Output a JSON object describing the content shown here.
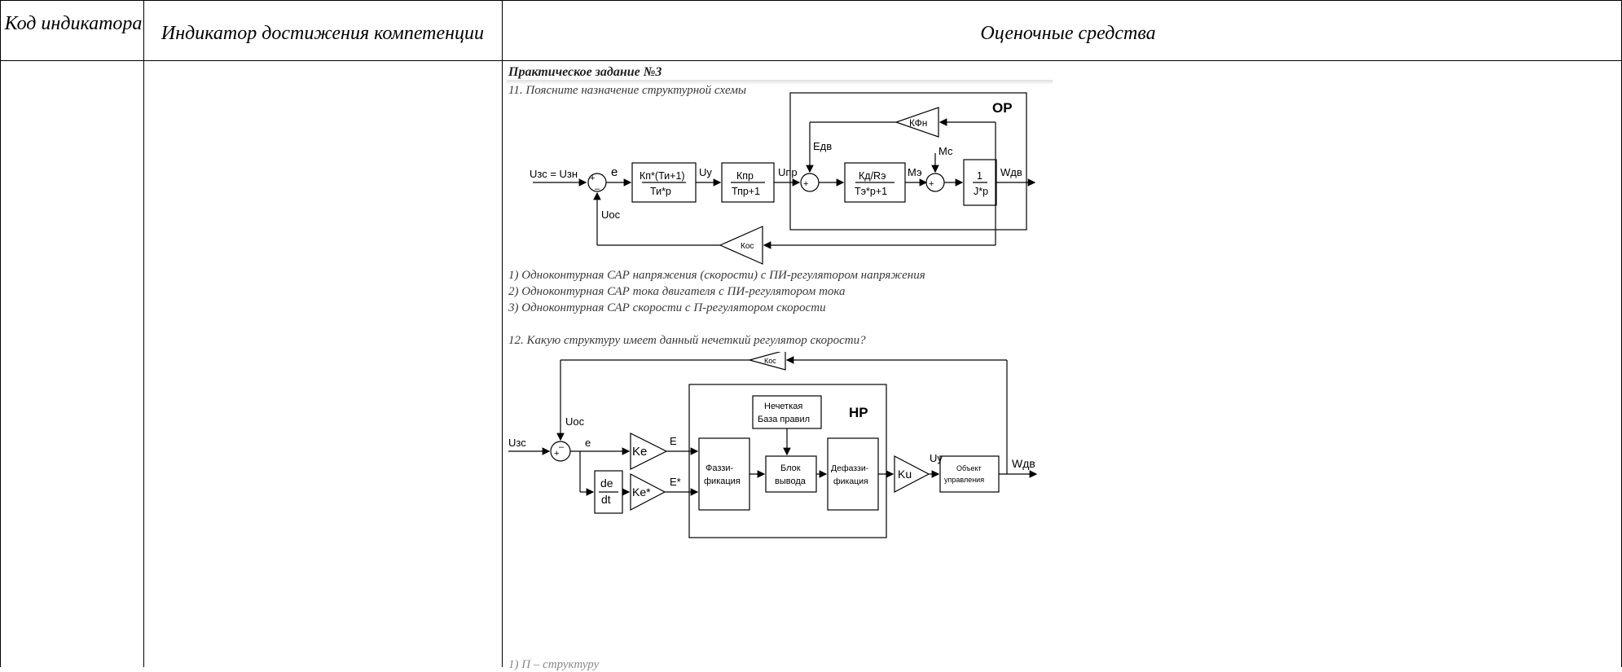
{
  "header": {
    "col_code": "Код индикатора",
    "col_indicator": "Индикатор достижения компетенции",
    "col_assessment": "Оценочные средства"
  },
  "content": {
    "task_title": "Практическое задание №3",
    "q11": "11. Поясните назначение структурной схемы",
    "q11_options": [
      "1) Одноконтурная САР напряжения (скорости) с ПИ-регулятором напряжения",
      "2) Одноконтурная САР тока двигателя с ПИ-регулятором тока",
      "3) Одноконтурная САР скорости с П-регулятором скорости"
    ],
    "q12": "12. Какую структуру имеет данный нечеткий регулятор скорости?",
    "q12_option_cut": "1) П – структуру"
  },
  "diagram1": {
    "input": "Uзс = Uзн",
    "e": "e",
    "pi_num": "Кп*(Ти+1)",
    "pi_den": "Ти*р",
    "uy": "Uy",
    "conv_num": "Кпр",
    "conv_den": "Тпр+1",
    "upr": "Uпр",
    "motor_num": "Кд/Rэ",
    "motor_den": "Тэ*р+1",
    "me": "Мэ",
    "mc": "Мс",
    "int_num": "1",
    "int_den": "J*p",
    "output": "Wдв",
    "edv": "Едв",
    "kfn": "КФн",
    "op": "ОР",
    "uos": "Uос",
    "kos": "Кос",
    "plus": "+",
    "minus": "–"
  },
  "diagram2": {
    "input": "Uзс",
    "e": "e",
    "uos": "Uос",
    "kos": "Кос",
    "ke": "Ke",
    "ke_star": "Ke*",
    "E": "E",
    "E_star": "E*",
    "de": "de",
    "dt": "dt",
    "hr": "НР",
    "rules_1": "Нечеткая",
    "rules_2": "База правил",
    "fuzz_1": "Фаззи-",
    "fuzz_2": "фикация",
    "infer_1": "Блок",
    "infer_2": "вывода",
    "defuzz_1": "Дефаззи-",
    "defuzz_2": "фикация",
    "ku": "Ku",
    "uy": "Uy",
    "obj_1": "Объект",
    "obj_2": "управления",
    "output": "Wдв",
    "plus": "+",
    "minus": "–"
  }
}
